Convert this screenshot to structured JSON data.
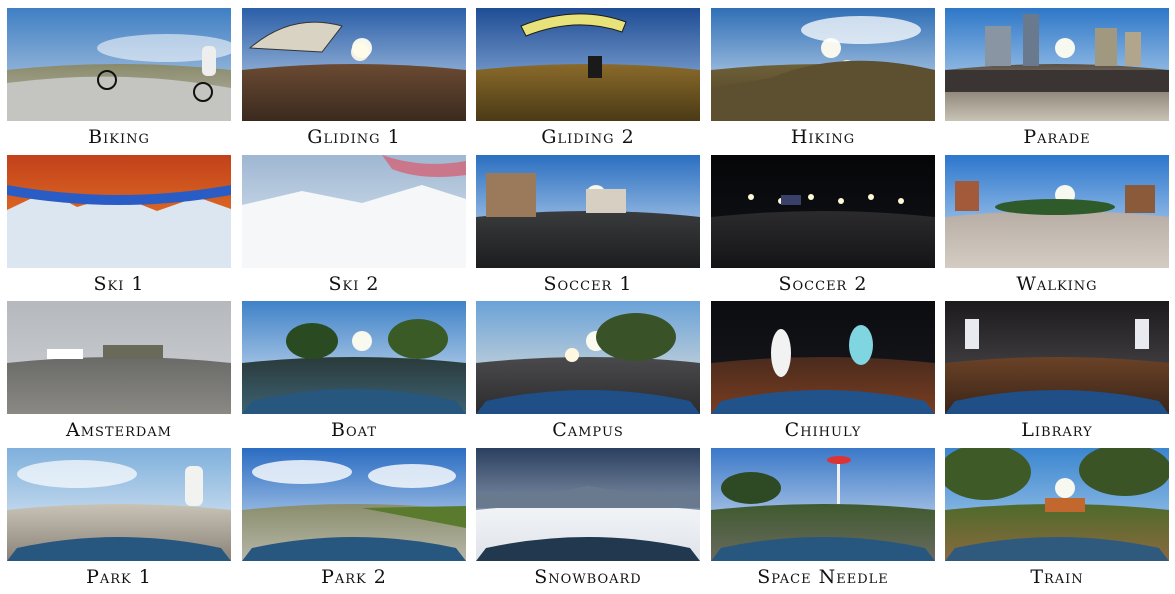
{
  "panels": [
    {
      "label": "Biking",
      "sky": [
        "#3f7fc4",
        "#c9d7e6"
      ],
      "ground": [
        "#8a8a6a",
        "#bdbdb8"
      ],
      "sun": false,
      "scene": "bike"
    },
    {
      "label": "Gliding 1",
      "sky": [
        "#2b5fa8",
        "#cfe0f2"
      ],
      "ground": [
        "#6b4a32",
        "#3a2a1e"
      ],
      "sun": true,
      "scene": "glider"
    },
    {
      "label": "Gliding 2",
      "sky": [
        "#1f4d95",
        "#a9c8ea"
      ],
      "ground": [
        "#8a6a2a",
        "#4a3a16"
      ],
      "sun": false,
      "scene": "paraglider"
    },
    {
      "label": "Hiking",
      "sky": [
        "#2f6fb6",
        "#e4eef8"
      ],
      "ground": [
        "#6e6038",
        "#4b3d22"
      ],
      "sun": true,
      "scene": "hill"
    },
    {
      "label": "Parade",
      "sky": [
        "#2e77c8",
        "#d7e8f7"
      ],
      "ground": [
        "#5a5046",
        "#c9c3b5"
      ],
      "sun": true,
      "scene": "city"
    },
    {
      "label": "Ski 1",
      "sky": [
        "#c2411a",
        "#f28a2c"
      ],
      "ground": [
        "#e7eef6",
        "#1c3c8c"
      ],
      "sun": false,
      "scene": "ski1"
    },
    {
      "label": "Ski 2",
      "sky": [
        "#9fb7d2",
        "#e3ebf3"
      ],
      "ground": [
        "#eef1f4",
        "#d7dde4"
      ],
      "sun": false,
      "scene": "ski2"
    },
    {
      "label": "Soccer 1",
      "sky": [
        "#2b6fc0",
        "#d9e9f8"
      ],
      "ground": [
        "#3a3b3d",
        "#1c1d1f"
      ],
      "sun": true,
      "scene": "plaza"
    },
    {
      "label": "Soccer 2",
      "sky": [
        "#050608",
        "#121419"
      ],
      "ground": [
        "#2b2b2d",
        "#141416"
      ],
      "sun": false,
      "scene": "night"
    },
    {
      "label": "Walking",
      "sky": [
        "#2d77cd",
        "#cfe3f6"
      ],
      "ground": [
        "#b7ada4",
        "#d4ccc3"
      ],
      "sun": true,
      "scene": "walk"
    },
    {
      "label": "Amsterdam",
      "sky": [
        "#b5b8bc",
        "#cfd2d6"
      ],
      "ground": [
        "#6a6a68",
        "#8a8984"
      ],
      "sun": false,
      "scene": "amsterdam"
    },
    {
      "label": "Boat",
      "sky": [
        "#3f82c8",
        "#e6eef6"
      ],
      "ground": [
        "#2a3a3a",
        "#3d6274"
      ],
      "sun": true,
      "scene": "boat"
    },
    {
      "label": "Campus",
      "sky": [
        "#6aa2d8",
        "#eee7da"
      ],
      "ground": [
        "#4a4a4c",
        "#2c2c2e"
      ],
      "sun": true,
      "scene": "campus"
    },
    {
      "label": "Chihuly",
      "sky": [
        "#0b0c10",
        "#1a1a1f"
      ],
      "ground": [
        "#4a2b1e",
        "#7a3d20"
      ],
      "sun": false,
      "scene": "chihuly"
    },
    {
      "label": "Library",
      "sky": [
        "#1b1a1c",
        "#5a5559"
      ],
      "ground": [
        "#6a4226",
        "#3a2418"
      ],
      "sun": false,
      "scene": "library"
    },
    {
      "label": "Park 1",
      "sky": [
        "#7fb0dc",
        "#eef3f8"
      ],
      "ground": [
        "#c9c3b6",
        "#8a8278"
      ],
      "sun": false,
      "scene": "park1"
    },
    {
      "label": "Park 2",
      "sky": [
        "#2a6cc2",
        "#e1edf8"
      ],
      "ground": [
        "#8a8e6c",
        "#b7b6a8"
      ],
      "sun": false,
      "scene": "park2"
    },
    {
      "label": "Snowboard",
      "sky": [
        "#2b3f5f",
        "#c5d2e0"
      ],
      "ground": [
        "#f2f4f7",
        "#dfe4ea"
      ],
      "sun": false,
      "scene": "snow"
    },
    {
      "label": "Space Needle",
      "sky": [
        "#3a78c8",
        "#e7eef6"
      ],
      "ground": [
        "#3f5a2e",
        "#6a6a60"
      ],
      "sun": false,
      "scene": "needle"
    },
    {
      "label": "Train",
      "sky": [
        "#3b86d0",
        "#b9d6ef"
      ],
      "ground": [
        "#4f6a2a",
        "#8a6a40"
      ],
      "sun": true,
      "scene": "train"
    }
  ]
}
